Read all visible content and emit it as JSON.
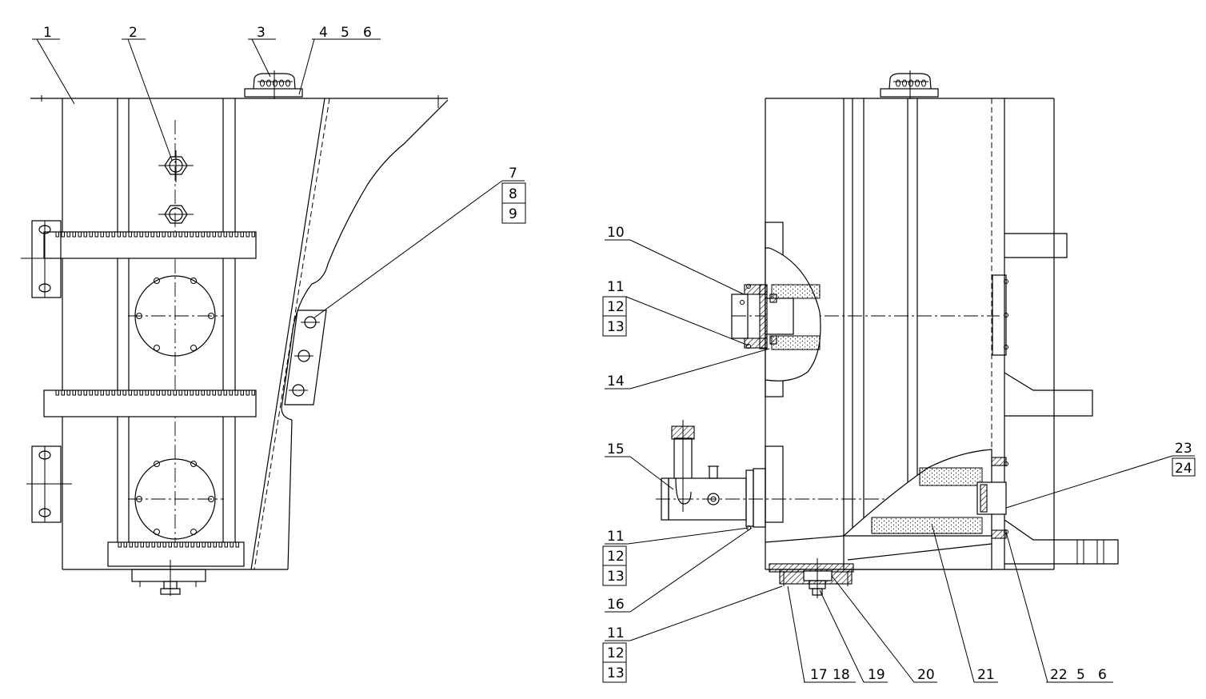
{
  "leader_labels_left": {
    "l1": "1",
    "l2": "2",
    "l3": "3",
    "l4": "4",
    "l5": "5",
    "l6": "6",
    "l7": "7",
    "l8": "8",
    "l9": "9"
  },
  "leader_labels_right": {
    "l10": "10",
    "l11a": "11",
    "l12a": "12",
    "l13a": "13",
    "l14": "14",
    "l15": "15",
    "l11b": "11",
    "l12b": "12",
    "l13b": "13",
    "l16": "16",
    "l11c": "11",
    "l12c": "12",
    "l13c": "13",
    "l17": "17",
    "l18": "18",
    "l19": "19",
    "l20": "20",
    "l21": "21",
    "l22": "22",
    "l5b": "5",
    "l6b": "6",
    "l23": "23",
    "l24": "24"
  },
  "style": {
    "line_color": "#000000",
    "background": "#ffffff"
  }
}
